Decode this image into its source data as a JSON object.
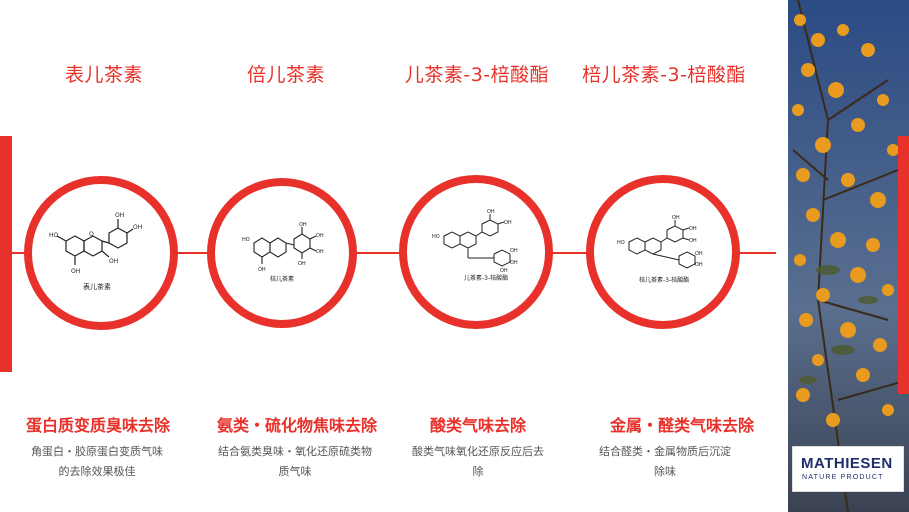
{
  "items": [
    {
      "title": "表儿茶素",
      "molecule_label": "表儿茶素",
      "effect": "蛋白质变质臭味去除",
      "description_lines": [
        "角蛋白・胶原蛋白变质气味",
        "的去除效果极佳"
      ]
    },
    {
      "title": "倍儿茶素",
      "molecule_label": "棓儿茶素",
      "effect": "氨类・硫化物焦味去除",
      "description_lines": [
        "结合氨类臭味・氧化还原硫类物",
        "质气味"
      ]
    },
    {
      "title": "儿茶素-3-棓酸酯",
      "molecule_label": "儿茶素-3-棓酸酯",
      "effect": "酸类气味去除",
      "description_lines": [
        "酸类气味氧化还原反应后去",
        "除"
      ]
    },
    {
      "title": "棓儿茶素-3-棓酸酯",
      "molecule_label": "棓儿茶素-3-棓酸酯",
      "effect": "金属・醛类气味去除",
      "description_lines": [
        "结合醛类・金属物质后沉淀",
        "除味"
      ]
    }
  ],
  "brand": {
    "name": "MATHIESEN",
    "tagline": "NATURE PRODUCT"
  },
  "colors": {
    "accent": "#e8312b",
    "brand": "#1d2e6b"
  }
}
